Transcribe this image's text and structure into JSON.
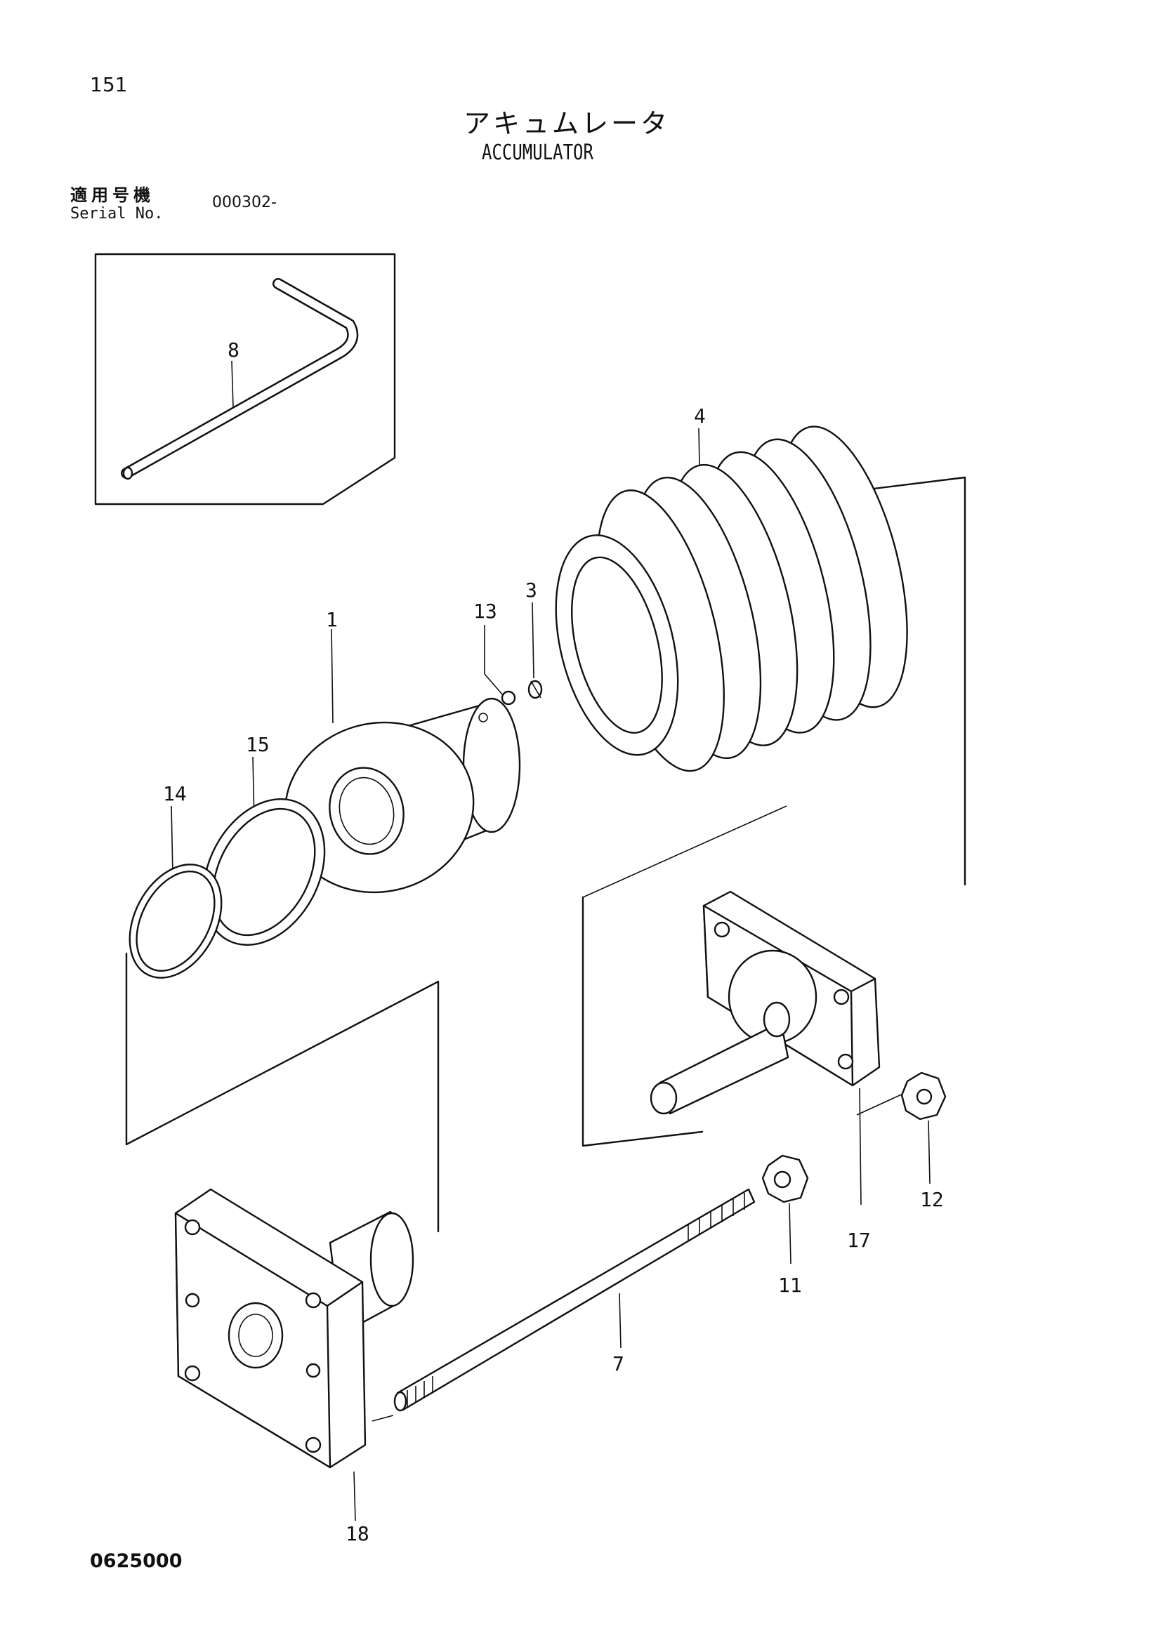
{
  "header": {
    "page_number": "151",
    "title_jp": "アキュムレータ",
    "title_en": "ACCUMULATOR"
  },
  "serial": {
    "label_jp": "適用号機",
    "label_en": "Serial No.",
    "value": "000302-"
  },
  "callouts": {
    "c1": "1",
    "c3": "3",
    "c4": "4",
    "c7": "7",
    "c8": "8",
    "c11": "11",
    "c12": "12",
    "c13": "13",
    "c14": "14",
    "c15": "15",
    "c17": "17",
    "c18": "18"
  },
  "footer": {
    "doc_code": "0625000"
  }
}
